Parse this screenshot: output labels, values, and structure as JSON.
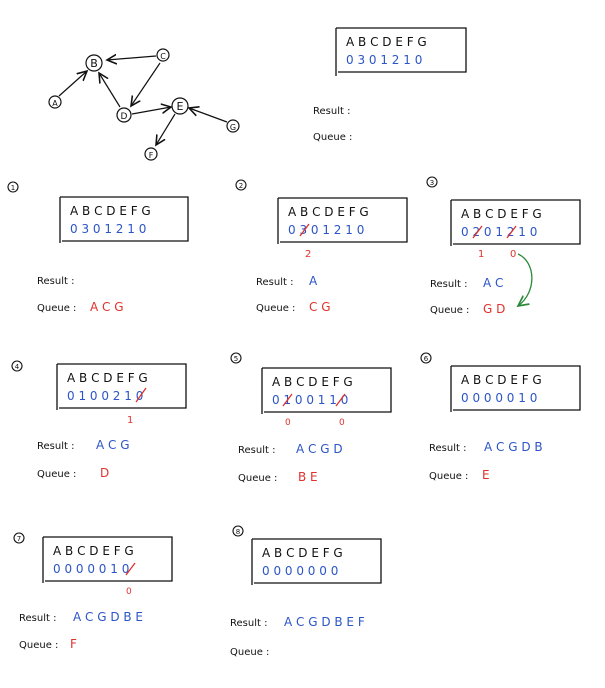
{
  "colors": {
    "ink": "#111111",
    "blue": "#2c55c7",
    "red": "#e0322c",
    "green": "#2a8a3a"
  },
  "graph": {
    "nodes": [
      "A",
      "B",
      "C",
      "D",
      "E",
      "F",
      "G"
    ]
  },
  "table_header": "A B C D E F G",
  "labels": {
    "result": "Result :",
    "queue": "Queue :"
  },
  "initial": {
    "degrees": "0 3 0 1 2 1 0",
    "result": "",
    "queue": ""
  },
  "steps": [
    {
      "number": "1",
      "degrees": "0 3 0 1 2 1 0",
      "result": "",
      "queue": "A C G",
      "notes": []
    },
    {
      "number": "2",
      "degrees": "0 3 0 1 2 1 0",
      "result": "A",
      "queue": "C G",
      "notes": [
        "2"
      ]
    },
    {
      "number": "3",
      "degrees": "0 2 0 1 2 1 0",
      "result": "A C",
      "queue": "G D",
      "notes": [
        "1",
        "0"
      ]
    },
    {
      "number": "4",
      "degrees": "0 1 0 0 2 1 0",
      "result": "A C G",
      "queue": "D",
      "notes": [
        "1"
      ]
    },
    {
      "number": "5",
      "degrees": "0 1 0 0 1 1 0",
      "result": "A C G D",
      "queue": "B E",
      "notes": [
        "0",
        "0"
      ]
    },
    {
      "number": "6",
      "degrees": "0 0 0 0 0 1 0",
      "result": "A C G D B",
      "queue": "E",
      "notes": []
    },
    {
      "number": "7",
      "degrees": "0 0 0 0 0 1 0",
      "result": "A C G D B E",
      "queue": "F",
      "notes": [
        "0"
      ]
    },
    {
      "number": "8",
      "degrees": "0 0 0 0 0 0 0",
      "result": "A C G D B E F",
      "queue": "",
      "notes": []
    }
  ]
}
